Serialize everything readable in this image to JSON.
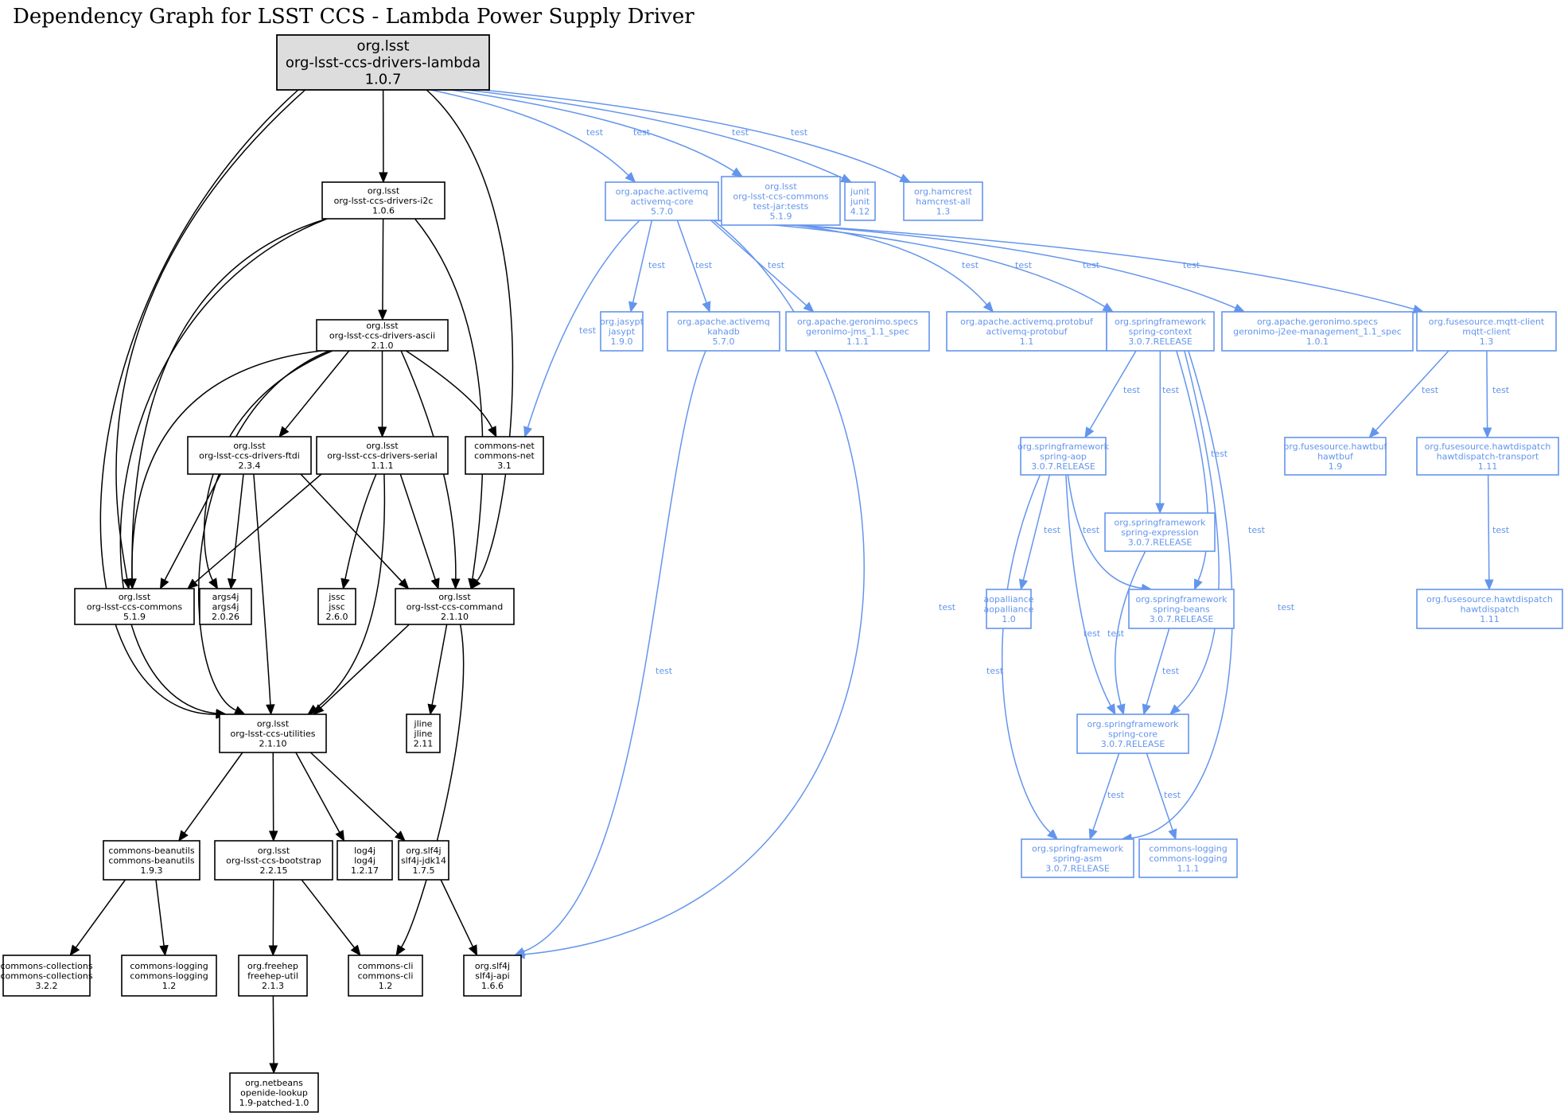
{
  "title": "Dependency Graph for LSST CCS - Lambda Power Supply Driver",
  "colors": {
    "compile": "#000000",
    "test": "#6495ed",
    "root_fill": "#dddddd"
  },
  "nodes": [
    {
      "id": "lambda",
      "lines": [
        "org.lsst",
        "org-lsst-ccs-drivers-lambda",
        "1.0.7"
      ],
      "scope": "root"
    },
    {
      "id": "i2c",
      "lines": [
        "org.lsst",
        "org-lsst-ccs-drivers-i2c",
        "1.0.6"
      ],
      "scope": "compile"
    },
    {
      "id": "ascii",
      "lines": [
        "org.lsst",
        "org-lsst-ccs-drivers-ascii",
        "2.1.0"
      ],
      "scope": "compile"
    },
    {
      "id": "ftdi",
      "lines": [
        "org.lsst",
        "org-lsst-ccs-drivers-ftdi",
        "2.3.4"
      ],
      "scope": "compile"
    },
    {
      "id": "serial",
      "lines": [
        "org.lsst",
        "org-lsst-ccs-drivers-serial",
        "1.1.1"
      ],
      "scope": "compile"
    },
    {
      "id": "commonsnet",
      "lines": [
        "commons-net",
        "commons-net",
        "3.1"
      ],
      "scope": "compile"
    },
    {
      "id": "ccscommons",
      "lines": [
        "org.lsst",
        "org-lsst-ccs-commons",
        "5.1.9"
      ],
      "scope": "compile"
    },
    {
      "id": "args4j",
      "lines": [
        "args4j",
        "args4j",
        "2.0.26"
      ],
      "scope": "compile"
    },
    {
      "id": "jssc",
      "lines": [
        "jssc",
        "jssc",
        "2.6.0"
      ],
      "scope": "compile"
    },
    {
      "id": "command",
      "lines": [
        "org.lsst",
        "org-lsst-ccs-command",
        "2.1.10"
      ],
      "scope": "compile"
    },
    {
      "id": "utilities",
      "lines": [
        "org.lsst",
        "org-lsst-ccs-utilities",
        "2.1.10"
      ],
      "scope": "compile"
    },
    {
      "id": "jline",
      "lines": [
        "jline",
        "jline",
        "2.11"
      ],
      "scope": "compile"
    },
    {
      "id": "beanutils",
      "lines": [
        "commons-beanutils",
        "commons-beanutils",
        "1.9.3"
      ],
      "scope": "compile"
    },
    {
      "id": "bootstrap",
      "lines": [
        "org.lsst",
        "org-lsst-ccs-bootstrap",
        "2.2.15"
      ],
      "scope": "compile"
    },
    {
      "id": "log4j",
      "lines": [
        "log4j",
        "log4j",
        "1.2.17"
      ],
      "scope": "compile"
    },
    {
      "id": "slf4jjdk14",
      "lines": [
        "org.slf4j",
        "slf4j-jdk14",
        "1.7.5"
      ],
      "scope": "compile"
    },
    {
      "id": "collections",
      "lines": [
        "commons-collections",
        "commons-collections",
        "3.2.2"
      ],
      "scope": "compile"
    },
    {
      "id": "logging12",
      "lines": [
        "commons-logging",
        "commons-logging",
        "1.2"
      ],
      "scope": "compile"
    },
    {
      "id": "freehep",
      "lines": [
        "org.freehep",
        "freehep-util",
        "2.1.3"
      ],
      "scope": "compile"
    },
    {
      "id": "cli",
      "lines": [
        "commons-cli",
        "commons-cli",
        "1.2"
      ],
      "scope": "compile"
    },
    {
      "id": "slf4japi",
      "lines": [
        "org.slf4j",
        "slf4j-api",
        "1.6.6"
      ],
      "scope": "compile"
    },
    {
      "id": "lookup",
      "lines": [
        "org.netbeans",
        "openide-lookup",
        "1.9-patched-1.0"
      ],
      "scope": "compile"
    },
    {
      "id": "amqcore",
      "lines": [
        "org.apache.activemq",
        "activemq-core",
        "5.7.0"
      ],
      "scope": "test"
    },
    {
      "id": "commonstests",
      "lines": [
        "org.lsst",
        "org-lsst-ccs-commons",
        "test-jar:tests",
        "5.1.9"
      ],
      "scope": "test"
    },
    {
      "id": "junit",
      "lines": [
        "junit",
        "junit",
        "4.12"
      ],
      "scope": "test"
    },
    {
      "id": "hamcrest",
      "lines": [
        "org.hamcrest",
        "hamcrest-all",
        "1.3"
      ],
      "scope": "test"
    },
    {
      "id": "jasypt",
      "lines": [
        "org.jasypt",
        "jasypt",
        "1.9.0"
      ],
      "scope": "test"
    },
    {
      "id": "kahadb",
      "lines": [
        "org.apache.activemq",
        "kahadb",
        "5.7.0"
      ],
      "scope": "test"
    },
    {
      "id": "jms",
      "lines": [
        "org.apache.geronimo.specs",
        "geronimo-jms_1.1_spec",
        "1.1.1"
      ],
      "scope": "test"
    },
    {
      "id": "protobuf",
      "lines": [
        "org.apache.activemq.protobuf",
        "activemq-protobuf",
        "1.1"
      ],
      "scope": "test"
    },
    {
      "id": "springctx",
      "lines": [
        "org.springframework",
        "spring-context",
        "3.0.7.RELEASE"
      ],
      "scope": "test"
    },
    {
      "id": "j2ee",
      "lines": [
        "org.apache.geronimo.specs",
        "geronimo-j2ee-management_1.1_spec",
        "1.0.1"
      ],
      "scope": "test"
    },
    {
      "id": "mqtt",
      "lines": [
        "org.fusesource.mqtt-client",
        "mqtt-client",
        "1.3"
      ],
      "scope": "test"
    },
    {
      "id": "springaop",
      "lines": [
        "org.springframework",
        "spring-aop",
        "3.0.7.RELEASE"
      ],
      "scope": "test"
    },
    {
      "id": "hawtbuf",
      "lines": [
        "org.fusesource.hawtbuf",
        "hawtbuf",
        "1.9"
      ],
      "scope": "test"
    },
    {
      "id": "hdtransport",
      "lines": [
        "org.fusesource.hawtdispatch",
        "hawtdispatch-transport",
        "1.11"
      ],
      "scope": "test"
    },
    {
      "id": "springexpr",
      "lines": [
        "org.springframework",
        "spring-expression",
        "3.0.7.RELEASE"
      ],
      "scope": "test"
    },
    {
      "id": "aopalliance",
      "lines": [
        "aopalliance",
        "aopalliance",
        "1.0"
      ],
      "scope": "test"
    },
    {
      "id": "springbeans",
      "lines": [
        "org.springframework",
        "spring-beans",
        "3.0.7.RELEASE"
      ],
      "scope": "test"
    },
    {
      "id": "hawtdispatch",
      "lines": [
        "org.fusesource.hawtdispatch",
        "hawtdispatch",
        "1.11"
      ],
      "scope": "test"
    },
    {
      "id": "springcore",
      "lines": [
        "org.springframework",
        "spring-core",
        "3.0.7.RELEASE"
      ],
      "scope": "test"
    },
    {
      "id": "springasm",
      "lines": [
        "org.springframework",
        "spring-asm",
        "3.0.7.RELEASE"
      ],
      "scope": "test"
    },
    {
      "id": "logging111",
      "lines": [
        "commons-logging",
        "commons-logging",
        "1.1.1"
      ],
      "scope": "test"
    }
  ],
  "edges": [
    {
      "from": "lambda",
      "to": "i2c",
      "scope": "compile"
    },
    {
      "from": "lambda",
      "to": "ccscommons",
      "scope": "compile"
    },
    {
      "from": "lambda",
      "to": "utilities",
      "scope": "compile"
    },
    {
      "from": "lambda",
      "to": "command",
      "scope": "compile"
    },
    {
      "from": "lambda",
      "to": "amqcore",
      "scope": "test",
      "label": "test"
    },
    {
      "from": "lambda",
      "to": "commonstests",
      "scope": "test",
      "label": "test"
    },
    {
      "from": "lambda",
      "to": "junit",
      "scope": "test",
      "label": "test"
    },
    {
      "from": "lambda",
      "to": "hamcrest",
      "scope": "test",
      "label": "test"
    },
    {
      "from": "i2c",
      "to": "ascii",
      "scope": "compile"
    },
    {
      "from": "i2c",
      "to": "ccscommons",
      "scope": "compile"
    },
    {
      "from": "i2c",
      "to": "utilities",
      "scope": "compile"
    },
    {
      "from": "i2c",
      "to": "command",
      "scope": "compile"
    },
    {
      "from": "ascii",
      "to": "ftdi",
      "scope": "compile"
    },
    {
      "from": "ascii",
      "to": "serial",
      "scope": "compile"
    },
    {
      "from": "ascii",
      "to": "commonsnet",
      "scope": "compile"
    },
    {
      "from": "ascii",
      "to": "ccscommons",
      "scope": "compile"
    },
    {
      "from": "ascii",
      "to": "args4j",
      "scope": "compile"
    },
    {
      "from": "ascii",
      "to": "utilities",
      "scope": "compile"
    },
    {
      "from": "ascii",
      "to": "command",
      "scope": "compile"
    },
    {
      "from": "ftdi",
      "to": "ccscommons",
      "scope": "compile"
    },
    {
      "from": "ftdi",
      "to": "args4j",
      "scope": "compile"
    },
    {
      "from": "ftdi",
      "to": "utilities",
      "scope": "compile"
    },
    {
      "from": "ftdi",
      "to": "command",
      "scope": "compile"
    },
    {
      "from": "serial",
      "to": "ccscommons",
      "scope": "compile"
    },
    {
      "from": "serial",
      "to": "jssc",
      "scope": "compile"
    },
    {
      "from": "serial",
      "to": "command",
      "scope": "compile"
    },
    {
      "from": "serial",
      "to": "utilities",
      "scope": "compile"
    },
    {
      "from": "command",
      "to": "utilities",
      "scope": "compile"
    },
    {
      "from": "command",
      "to": "jline",
      "scope": "compile"
    },
    {
      "from": "command",
      "to": "cli",
      "scope": "compile"
    },
    {
      "from": "utilities",
      "to": "beanutils",
      "scope": "compile"
    },
    {
      "from": "utilities",
      "to": "bootstrap",
      "scope": "compile"
    },
    {
      "from": "utilities",
      "to": "log4j",
      "scope": "compile"
    },
    {
      "from": "utilities",
      "to": "slf4jjdk14",
      "scope": "compile"
    },
    {
      "from": "beanutils",
      "to": "collections",
      "scope": "compile"
    },
    {
      "from": "beanutils",
      "to": "logging12",
      "scope": "compile"
    },
    {
      "from": "bootstrap",
      "to": "freehep",
      "scope": "compile"
    },
    {
      "from": "bootstrap",
      "to": "cli",
      "scope": "compile"
    },
    {
      "from": "slf4jjdk14",
      "to": "slf4japi",
      "scope": "compile"
    },
    {
      "from": "freehep",
      "to": "lookup",
      "scope": "compile"
    },
    {
      "from": "amqcore",
      "to": "commonsnet",
      "scope": "test",
      "label": "test"
    },
    {
      "from": "amqcore",
      "to": "jasypt",
      "scope": "test",
      "label": "test"
    },
    {
      "from": "amqcore",
      "to": "kahadb",
      "scope": "test",
      "label": "test"
    },
    {
      "from": "amqcore",
      "to": "jms",
      "scope": "test",
      "label": "test"
    },
    {
      "from": "amqcore",
      "to": "slf4japi",
      "scope": "test",
      "label": "test"
    },
    {
      "from": "amqcore",
      "to": "protobuf",
      "scope": "test",
      "label": "test"
    },
    {
      "from": "amqcore",
      "to": "springctx",
      "scope": "test",
      "label": "test"
    },
    {
      "from": "amqcore",
      "to": "j2ee",
      "scope": "test",
      "label": "test"
    },
    {
      "from": "amqcore",
      "to": "mqtt",
      "scope": "test",
      "label": "test"
    },
    {
      "from": "kahadb",
      "to": "slf4japi",
      "scope": "test",
      "label": "test"
    },
    {
      "from": "springctx",
      "to": "springaop",
      "scope": "test",
      "label": "test"
    },
    {
      "from": "springctx",
      "to": "springexpr",
      "scope": "test",
      "label": "test"
    },
    {
      "from": "springctx",
      "to": "springbeans",
      "scope": "test",
      "label": "test"
    },
    {
      "from": "springctx",
      "to": "springcore",
      "scope": "test",
      "label": "test"
    },
    {
      "from": "springctx",
      "to": "springasm",
      "scope": "test",
      "label": "test"
    },
    {
      "from": "springaop",
      "to": "aopalliance",
      "scope": "test",
      "label": "test"
    },
    {
      "from": "springaop",
      "to": "springbeans",
      "scope": "test",
      "label": "test"
    },
    {
      "from": "springaop",
      "to": "springcore",
      "scope": "test",
      "label": "test"
    },
    {
      "from": "springaop",
      "to": "springasm",
      "scope": "test",
      "label": "test"
    },
    {
      "from": "springexpr",
      "to": "springcore",
      "scope": "test",
      "label": "test"
    },
    {
      "from": "springbeans",
      "to": "springcore",
      "scope": "test",
      "label": "test"
    },
    {
      "from": "springcore",
      "to": "springasm",
      "scope": "test",
      "label": "test"
    },
    {
      "from": "springcore",
      "to": "logging111",
      "scope": "test",
      "label": "test"
    },
    {
      "from": "mqtt",
      "to": "hawtbuf",
      "scope": "test",
      "label": "test"
    },
    {
      "from": "mqtt",
      "to": "hdtransport",
      "scope": "test",
      "label": "test"
    },
    {
      "from": "hdtransport",
      "to": "hawtdispatch",
      "scope": "test",
      "label": "test"
    }
  ]
}
